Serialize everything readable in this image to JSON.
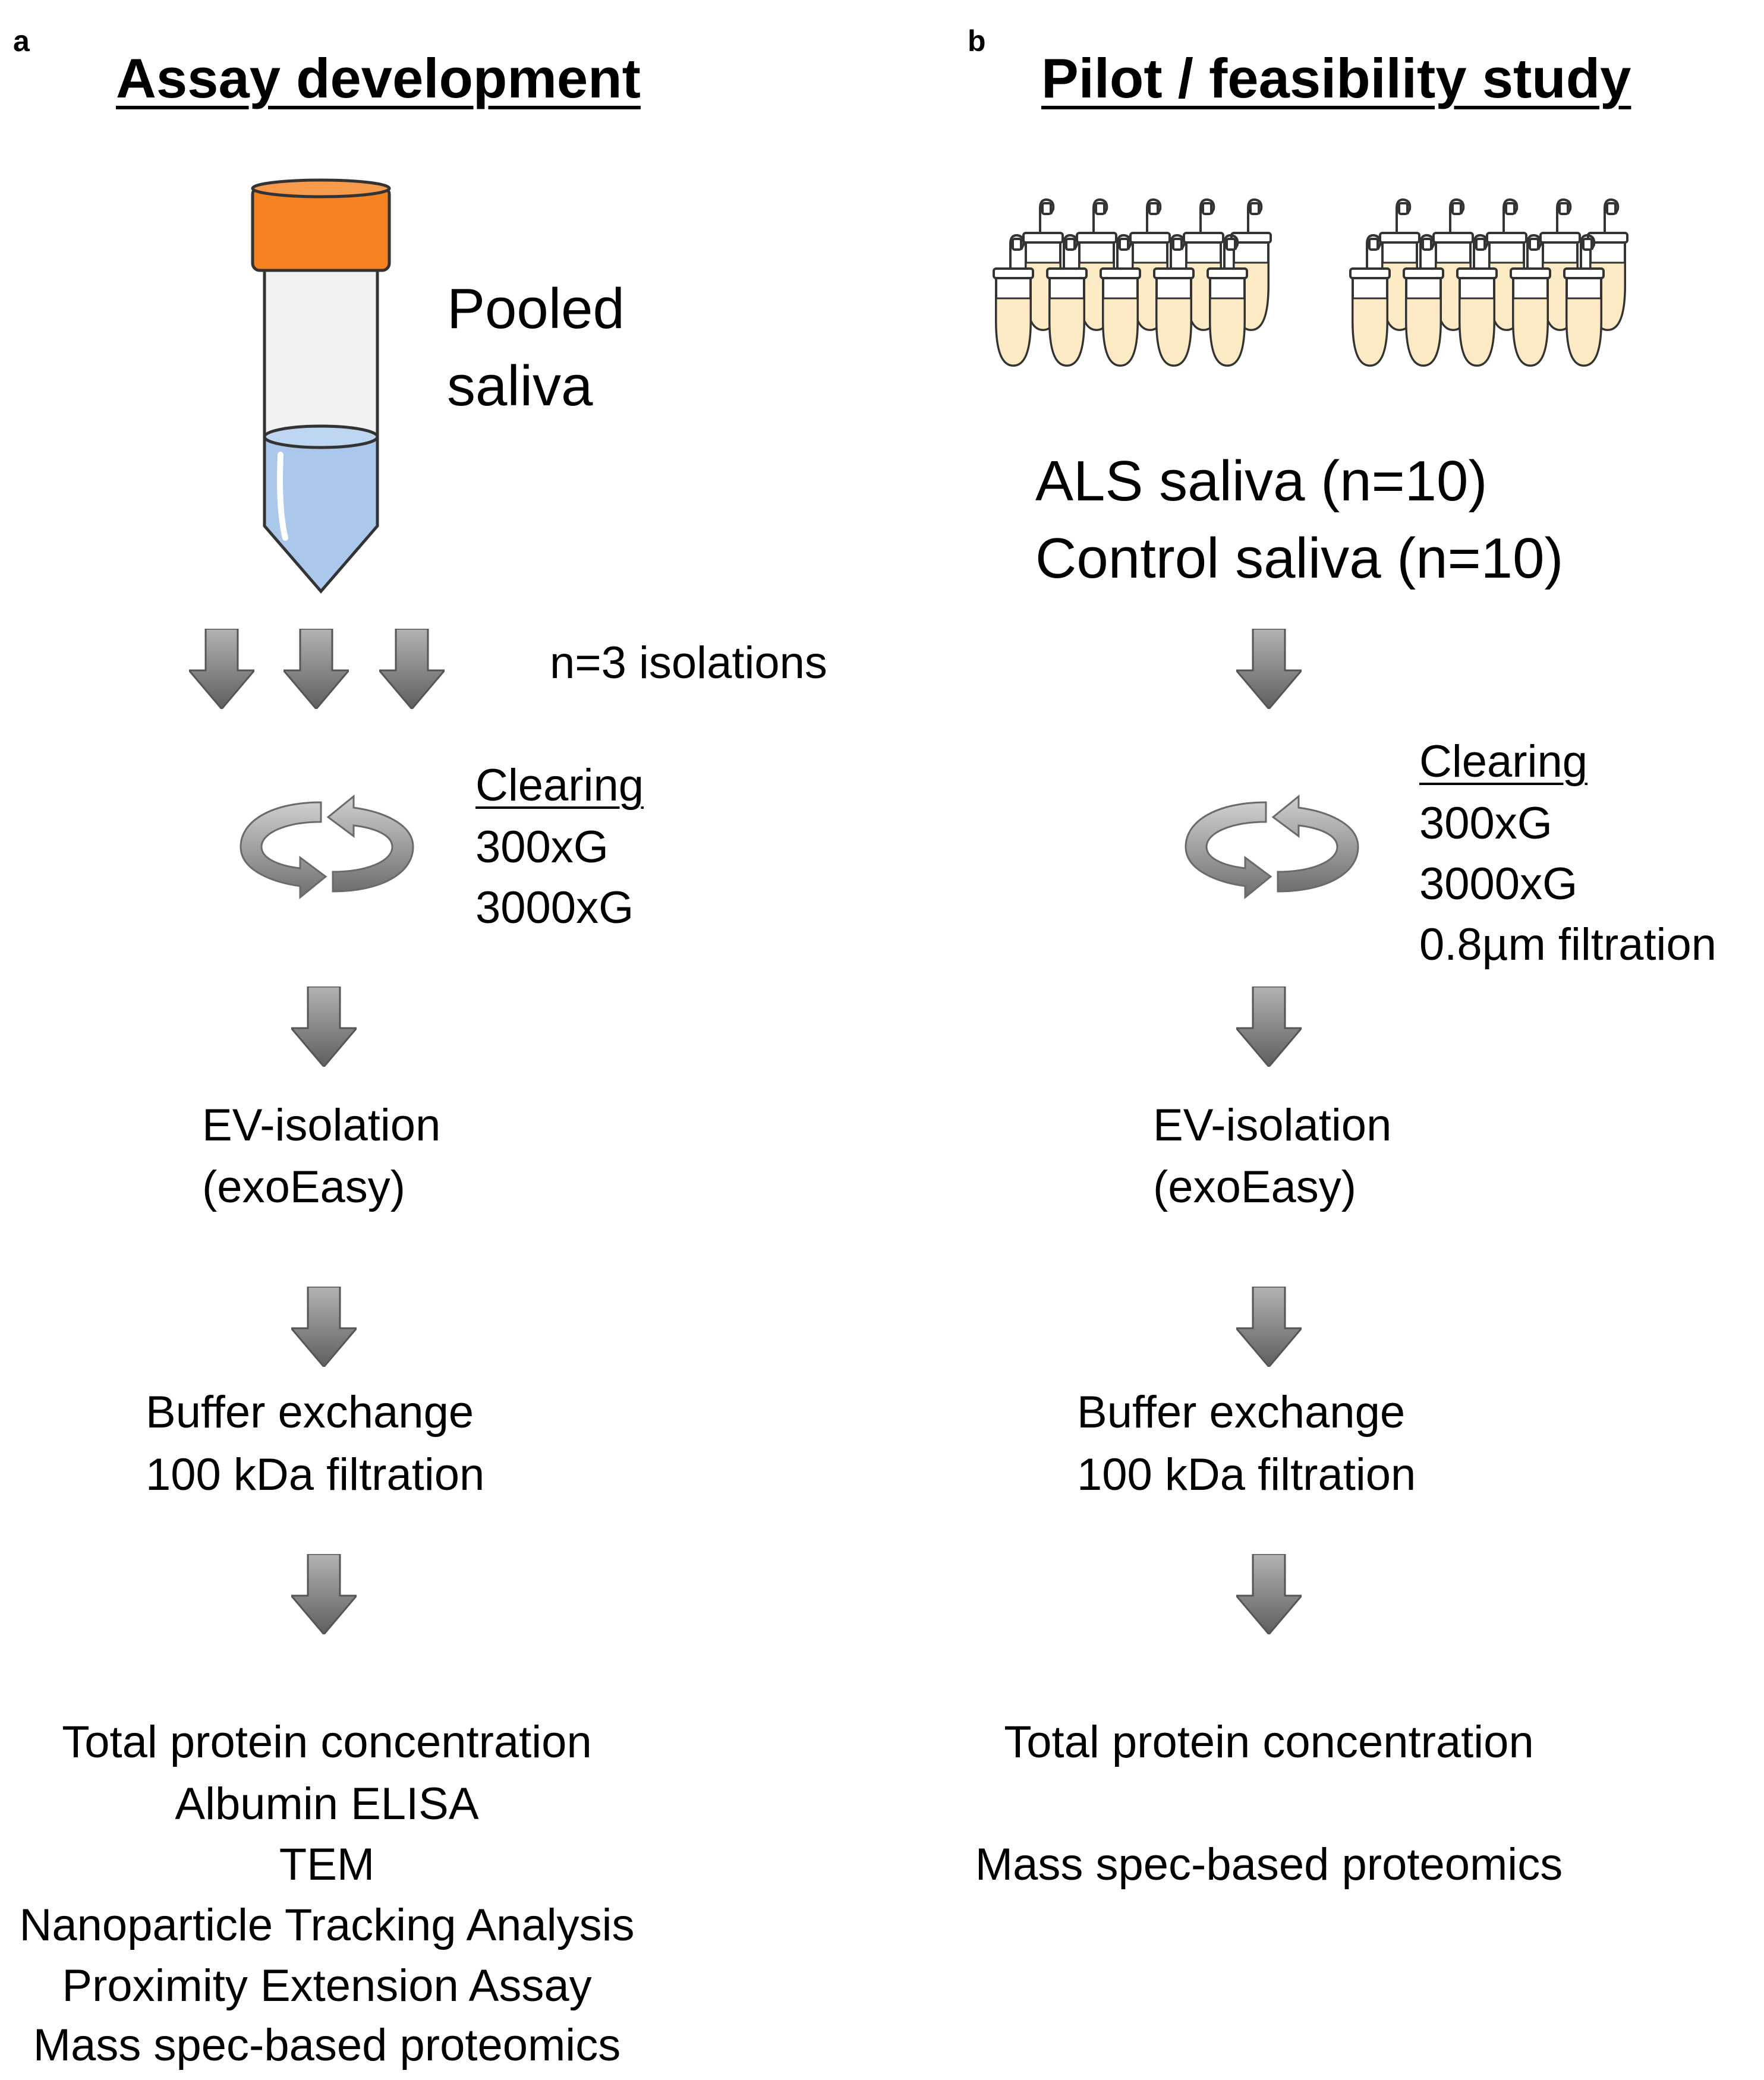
{
  "panel_a": {
    "letter": "a",
    "title": "Assay development",
    "sample_label": [
      "Pooled",
      "saliva"
    ],
    "isolations": "n=3 isolations",
    "clearing": {
      "header": "Clearing",
      "steps": [
        "300xG",
        "3000xG"
      ]
    },
    "ev_isolation": [
      "EV-isolation",
      "(exoEasy)"
    ],
    "buffer_exchange": [
      "Buffer exchange",
      "100 kDa filtration"
    ],
    "analyses": [
      "Total protein concentration",
      "Albumin ELISA",
      "TEM",
      "Nanoparticle Tracking Analysis",
      "Proximity Extension Assay",
      "Mass spec-based proteomics"
    ]
  },
  "panel_b": {
    "letter": "b",
    "title": "Pilot / feasibility  study",
    "cohorts": [
      "ALS saliva (n=10)",
      "Control saliva (n=10)"
    ],
    "clearing": {
      "header": "Clearing",
      "steps": [
        "300xG",
        "3000xG",
        "0.8µm filtration"
      ]
    },
    "ev_isolation": [
      "EV-isolation",
      "(exoEasy)"
    ],
    "buffer_exchange": [
      "Buffer exchange",
      "100 kDa filtration"
    ],
    "analyses": [
      "Total protein concentration",
      "",
      "Mass spec-based proteomics"
    ]
  },
  "colors": {
    "arrow": "#7a7a7a",
    "tube_cap": "#f58220",
    "tube_liquid": "#a9c8ec",
    "microtube_liquid": "#fbeac4"
  },
  "icons": [
    "conical-tube-icon",
    "microtube-rack-icon",
    "down-arrow-icon",
    "recycle-arrows-icon"
  ]
}
